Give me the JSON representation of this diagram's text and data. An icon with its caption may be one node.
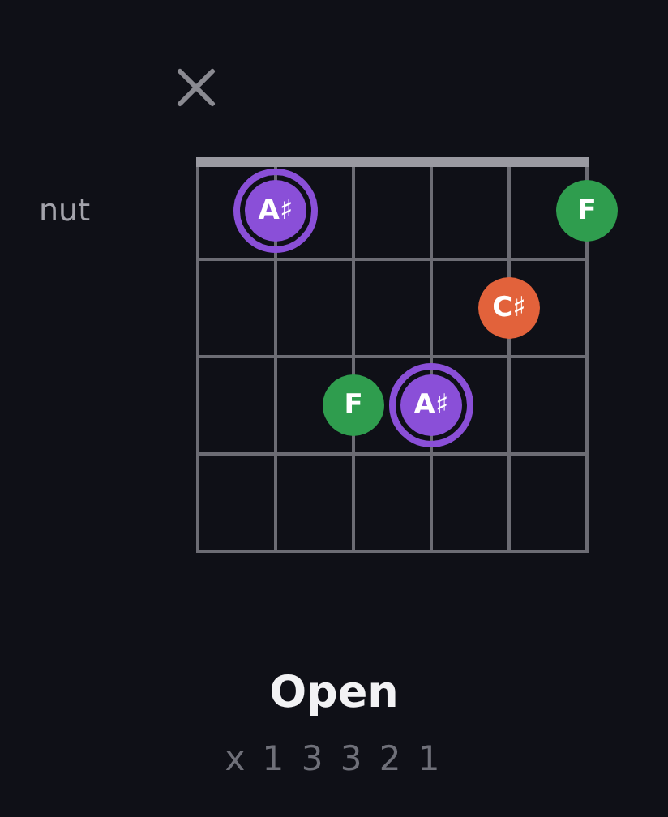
{
  "diagram": {
    "caption": "Open",
    "nodes": [
      {
        "text": [
          "A♯"
        ]
      },
      {
        "text": [
          "F"
        ]
      },
      {
        "text": [
          "C♯"
        ]
      },
      {
        "text": [
          "F"
        ]
      },
      {
        "text": [
          "A♯"
        ]
      }
    ],
    "labels": [
      "nut",
      "x 1 3 3 2 1"
    ]
  }
}
